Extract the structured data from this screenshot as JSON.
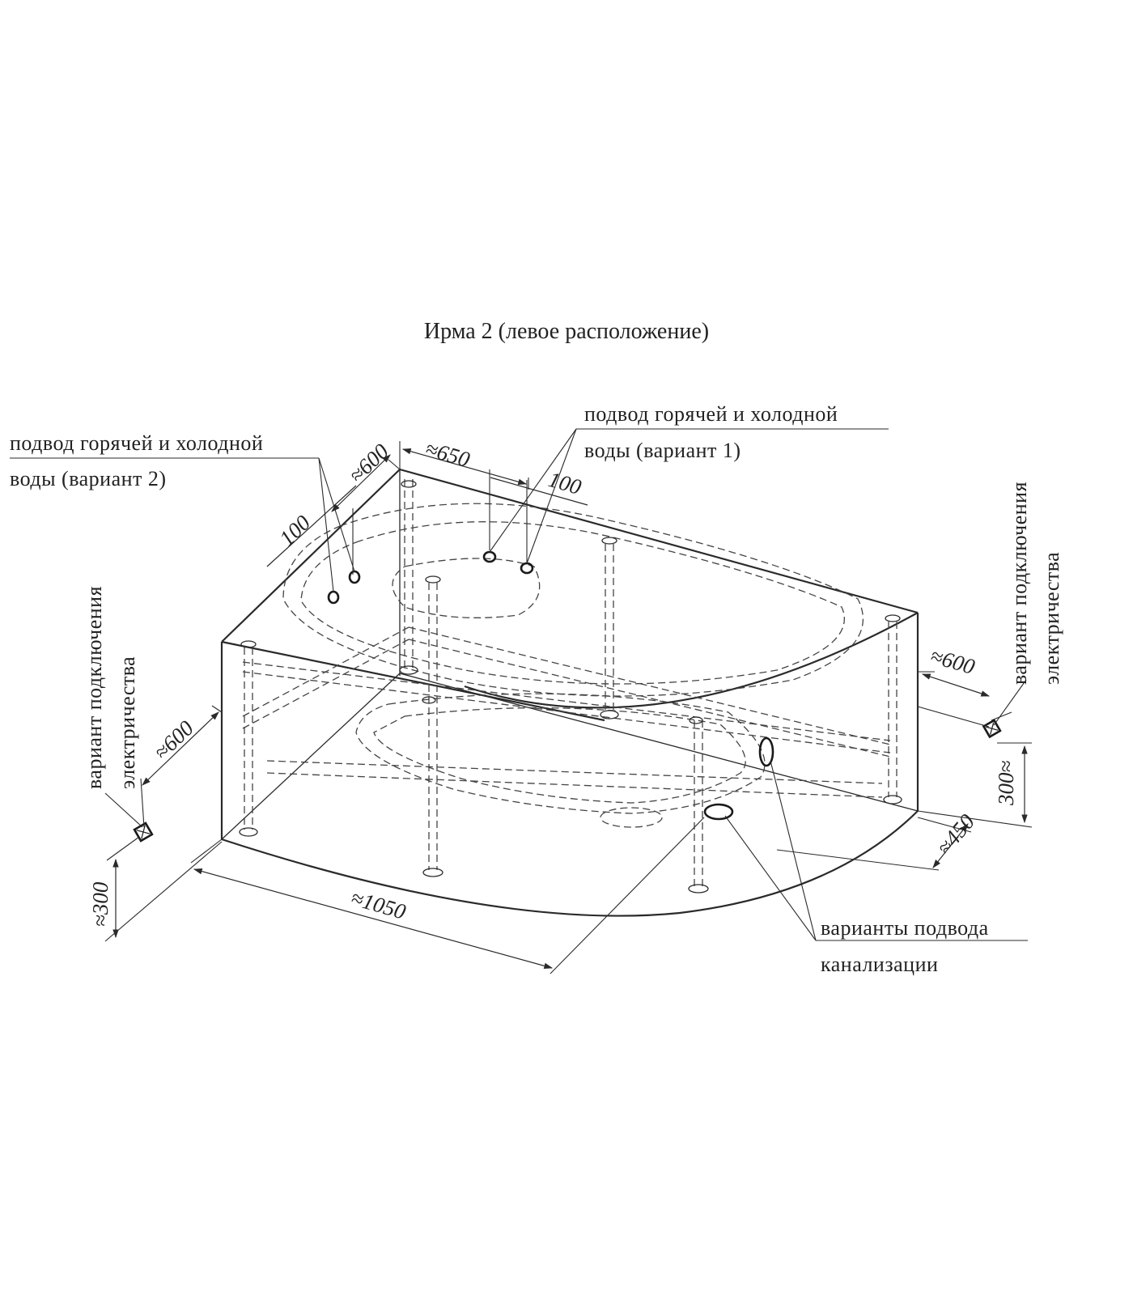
{
  "title": "Ирма 2 (левое расположение)",
  "labels": {
    "water_v2_line1": "подвод горячей и холодной",
    "water_v2_line2": "воды (вариант 2)",
    "water_v1_line1": "подвод горячей и холодной",
    "water_v1_line2": "воды (вариант 1)",
    "elec_left_line1": "вариант подключения",
    "elec_left_line2": "электричества",
    "elec_right_line1": "вариант подключения",
    "elec_right_line2": "электричества",
    "drain_line1": "варианты подвода",
    "drain_line2": "канализации"
  },
  "dimensions": {
    "width_top": "≈650",
    "depth_left": "≈600",
    "offset_left": "100",
    "offset_right": "100",
    "elec_left_dist": "≈600",
    "elec_left_height": "≈300",
    "length": "≈1050",
    "elec_right_dist": "≈600",
    "elec_right_height": "300≈",
    "drain_dist": "≈450"
  }
}
